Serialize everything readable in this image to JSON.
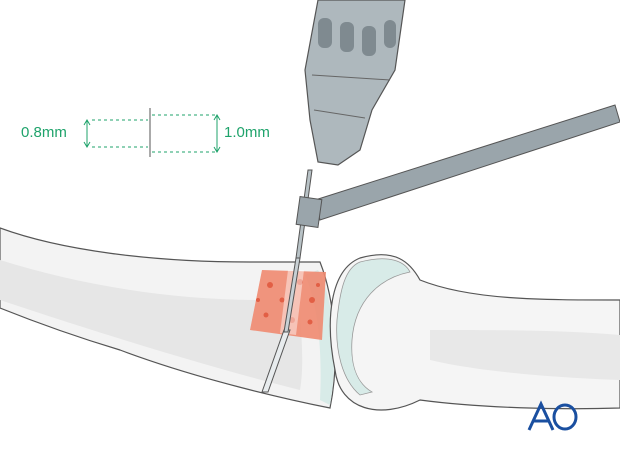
{
  "annotations": {
    "left_measure": "0.8mm",
    "right_measure": "1.0mm"
  },
  "logo": {
    "text": "AO"
  },
  "colors": {
    "accent": "#1fa36b",
    "logo": "#1a4fa0",
    "bone": "#f2f2f2",
    "cartilage": "#d8ebe8",
    "cancellous": "#f08a70",
    "outline": "#555555"
  }
}
